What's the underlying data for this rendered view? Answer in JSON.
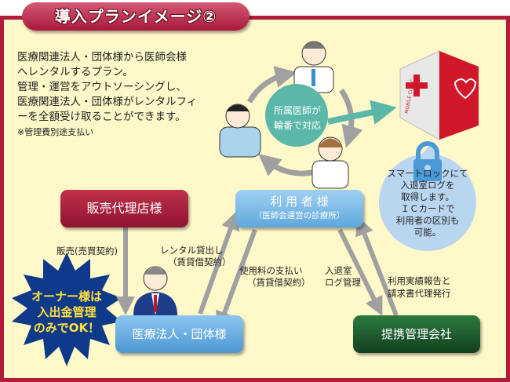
{
  "title": "導入プランイメージ②",
  "intro": {
    "lines": [
      "医療関連法人・団体様から医師会様",
      "へレンタルするプラン。",
      "管理・運営をアウトソーシングし、",
      "医療関連法人・団体様がレンタルフィ",
      "ーを全額受け取ることができます。"
    ],
    "note": "※管理費別途支払い"
  },
  "doctors_circle": {
    "line1": "所属医師が",
    "line2": "輪番で対応"
  },
  "clinic": {
    "label": "MOBILE CLINIC"
  },
  "lock_bubble": {
    "lines": [
      "スマートロックにて",
      "入退室ログを",
      "取得します。",
      "ＩＣカードで",
      "利用者の区別も",
      "可能。"
    ]
  },
  "boxes": {
    "agency": "販売代理店様",
    "user_title": "利 用 者 様",
    "user_sub": "（医師会運営の診療所）",
    "medical": "医療法人・団体様",
    "management": "提携管理会社"
  },
  "owner_burst": {
    "lines": [
      "オーナー様は",
      "入出金管理",
      "のみでOK！"
    ]
  },
  "arrow_labels": {
    "sale": "販売(売買契約)",
    "rental1": "レンタル貸出し",
    "rental2": "（賃貸借契約）",
    "fee1": "使用料の支払い",
    "fee2": "（賃貸借契約）",
    "log1": "入退室",
    "log2": "ログ管理",
    "report1": "利用実績報告と",
    "report2": "請求書代理発行"
  },
  "colors": {
    "frame": "#b01c3a",
    "agency": "#a8183a",
    "user": "#7dbbe6",
    "medical": "#5aa6dc",
    "management": "#1c5a2a",
    "circle": "#5bb8a8",
    "burst": "#0f3a8a"
  }
}
